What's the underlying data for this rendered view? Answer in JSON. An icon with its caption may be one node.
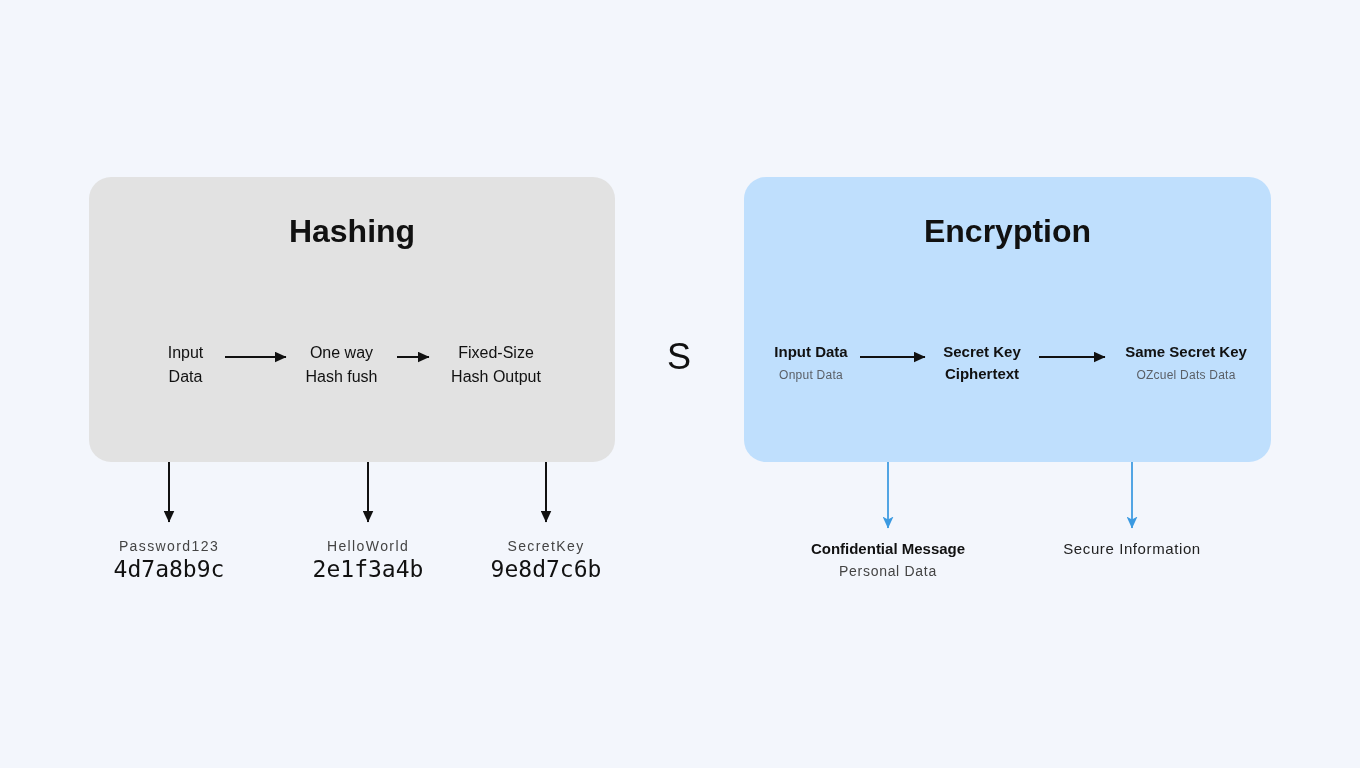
{
  "diagram": {
    "nodes": [
      {
        "text": [
          "Hashing"
        ]
      },
      {
        "text": [
          "Input Data"
        ],
        "in": 0
      },
      {
        "text": [
          "One way Hash fush"
        ],
        "in": 0
      },
      {
        "text": [
          "Fixed-Size Hash Output"
        ],
        "in": 0
      },
      {
        "text": [
          "Encryption"
        ]
      },
      {
        "text": [
          "Input Data",
          "Onput Data"
        ],
        "in": 4
      },
      {
        "text": [
          "Secret Key Ciphertext"
        ],
        "in": 4
      },
      {
        "text": [
          "Same Secret Key",
          "OZcuel Dats Data"
        ],
        "in": 4
      },
      {
        "text": [
          "Password123",
          "4d7a8b9c"
        ]
      },
      {
        "text": [
          "HelloWorld",
          "2e1f3a4b"
        ]
      },
      {
        "text": [
          "SecretKey",
          "9e8d7c6b"
        ]
      },
      {
        "text": [
          "Confidential Message",
          "Personal Data"
        ]
      },
      {
        "text": [
          "Secure Information"
        ]
      }
    ],
    "edges": [
      {
        "from": 1,
        "to": 2,
        "arrow": "to"
      },
      {
        "from": 2,
        "to": 3,
        "arrow": "to"
      },
      {
        "from": 5,
        "to": 6,
        "arrow": "to"
      },
      {
        "from": 6,
        "to": 7,
        "arrow": "to"
      },
      {
        "from": 0,
        "to": 8,
        "arrow": "to"
      },
      {
        "from": 0,
        "to": 9,
        "arrow": "to"
      },
      {
        "from": 0,
        "to": 10,
        "arrow": "to"
      },
      {
        "from": 4,
        "to": 11,
        "arrow": "to",
        "color": "#3b9ae1"
      },
      {
        "from": 4,
        "to": 12,
        "arrow": "to",
        "color": "#3b9ae1"
      }
    ],
    "labels": [
      "S"
    ]
  }
}
